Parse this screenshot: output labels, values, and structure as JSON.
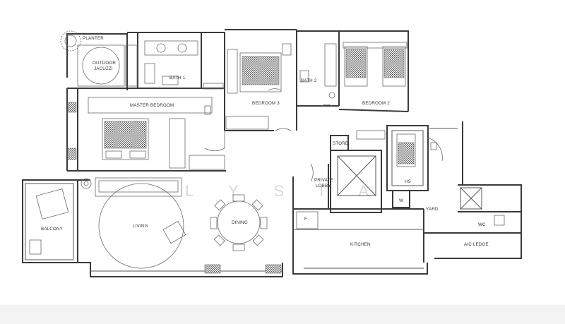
{
  "rooms": {
    "planter": "PLANTER",
    "outdoor_jacuzzi_1": "OUTDOOR",
    "outdoor_jacuzzi_2": "JACUZZI",
    "bath1": "BATH 1",
    "master_bedroom": "MASTER BEDROOM",
    "bedroom3": "BEDROOM 3",
    "bath2": "BATH 2",
    "bedroom2": "BEDROOM 2",
    "store": "STORE",
    "private_lobby_1": "PRIVATE",
    "private_lobby_2": "LOBBY",
    "hs": "HS",
    "w": "W",
    "f": "F",
    "yard": "YARD",
    "wc": "WC",
    "balcony": "BALCONY",
    "living": "LIVING",
    "dining": "DINING",
    "kitchen": "KITCHEN",
    "ac_ledge": "A/C LEDGE"
  },
  "watermark": "L Y S I A",
  "colors": {
    "wall": "#3a3a3a",
    "furniture": "#6a6a6a",
    "label": "#333333",
    "watermark": "#d8d8d8"
  },
  "icons": [
    "door-swing-icon",
    "bed-icon",
    "toilet-icon",
    "sofa-icon",
    "dining-table-icon",
    "lift-icon",
    "plant-icon"
  ]
}
